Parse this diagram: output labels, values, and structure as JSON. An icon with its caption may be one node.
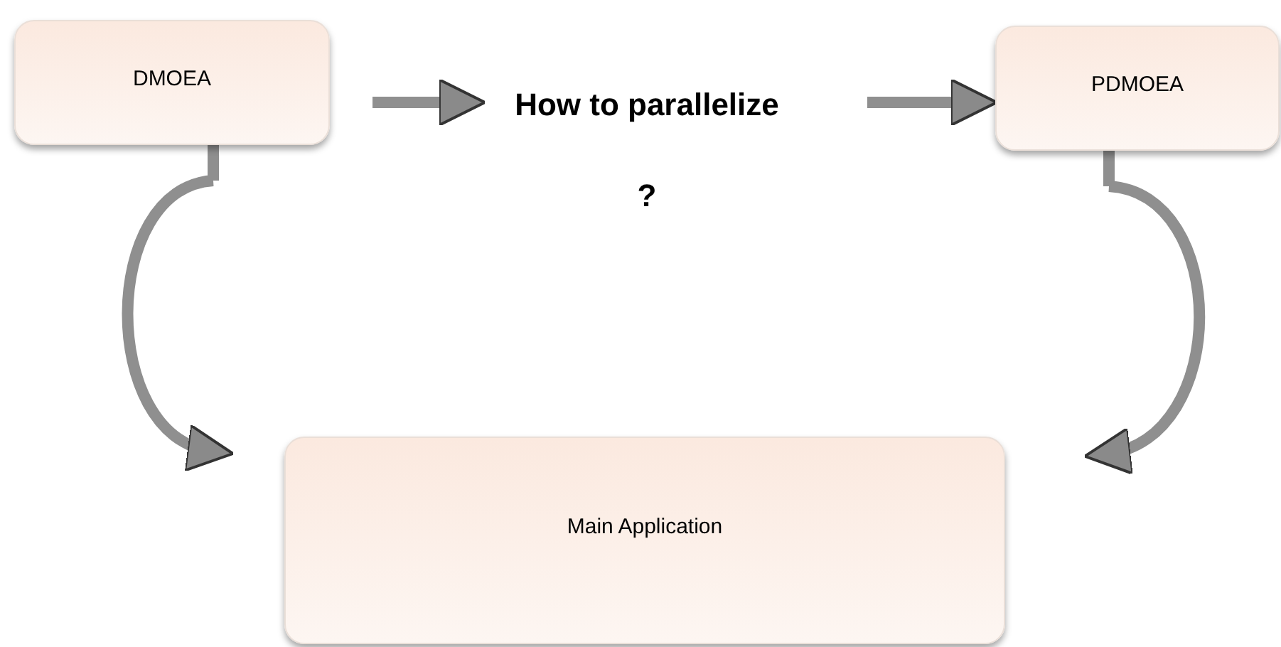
{
  "diagram": {
    "nodes": [
      {
        "text": [
          "DMOEA"
        ]
      },
      {
        "text": [
          "How to parallelize",
          "?"
        ]
      },
      {
        "text": [
          "PDMOEA"
        ]
      },
      {
        "text": [
          "Main Application"
        ]
      }
    ],
    "edges": [
      {
        "from": 0,
        "to": 1,
        "arrow": "to"
      },
      {
        "from": 1,
        "to": 2,
        "arrow": "to"
      },
      {
        "from": 0,
        "to": 3,
        "arrow": "to"
      },
      {
        "from": 2,
        "to": 3,
        "arrow": "to"
      }
    ]
  }
}
